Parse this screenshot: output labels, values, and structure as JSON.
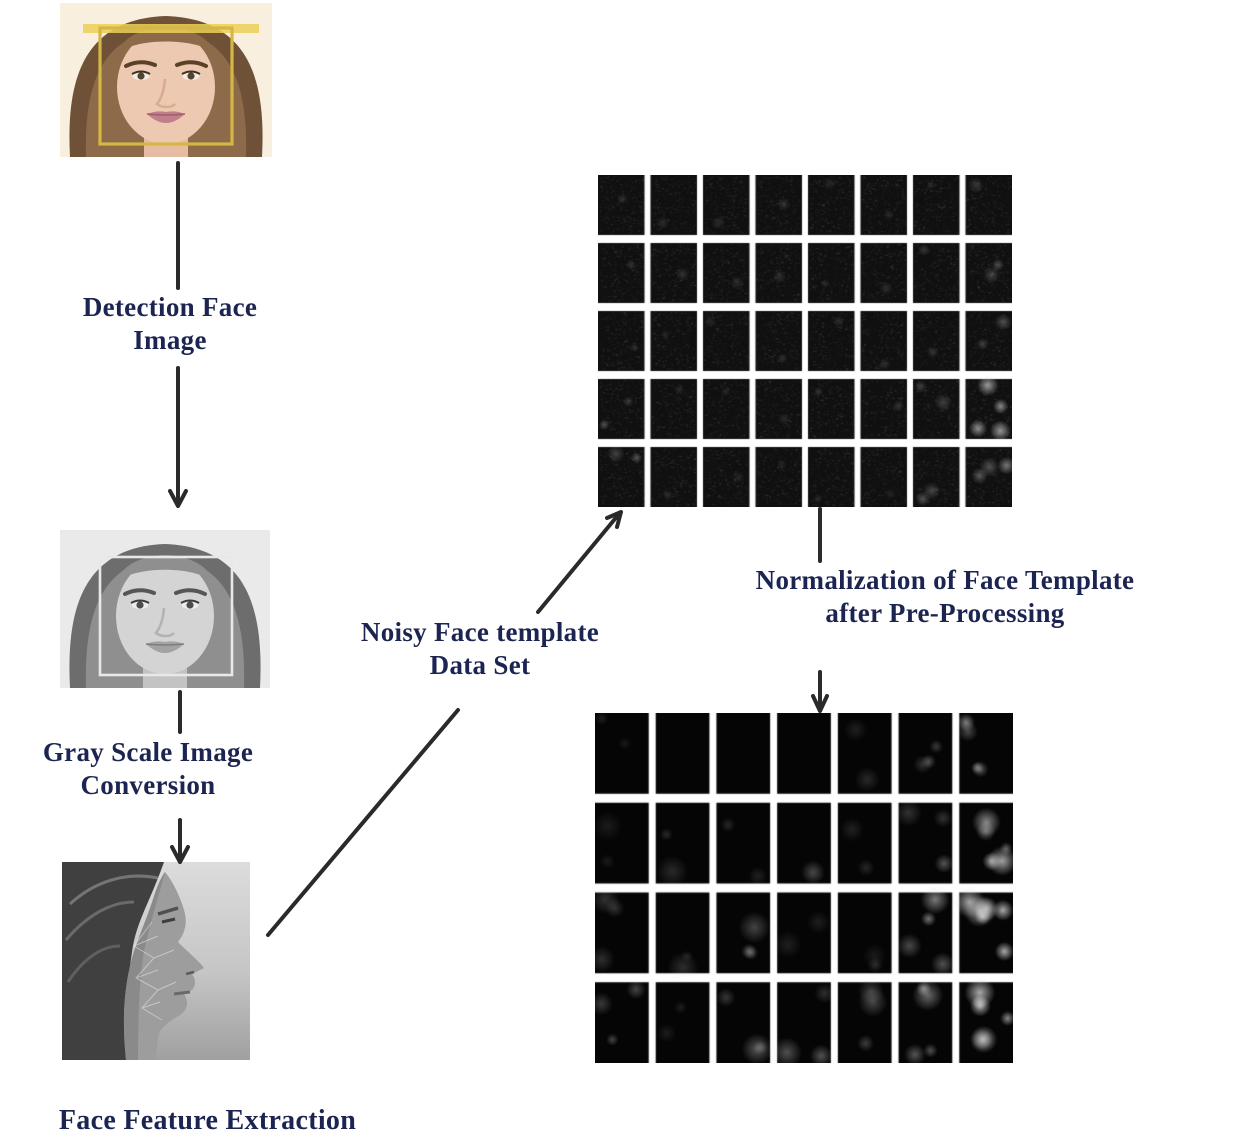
{
  "colors": {
    "background": "#ffffff",
    "label_text": "#1c2452",
    "connector": "#2a2a2a",
    "detection_box_yellow": "#d5b743",
    "detection_box_gray": "#e8e8e8"
  },
  "labels": {
    "detection": {
      "line1": "Detection Face",
      "line2": "Image"
    },
    "grayscale": {
      "line1": "Gray Scale Image",
      "line2": "Conversion"
    },
    "feature_extraction": {
      "line1": "Face Feature Extraction"
    },
    "noisy_dataset": {
      "line1": "Noisy Face template",
      "line2": "Data Set"
    },
    "normalization": {
      "line1": "Normalization of Face Template",
      "line2": "after Pre-Processing"
    }
  },
  "images": {
    "color_face": {
      "name": "color-face-with-yellow-detection-box"
    },
    "gray_face": {
      "name": "grayscale-face-with-detection-box"
    },
    "profile_face": {
      "name": "grayscale-profile-face-with-feature-mesh"
    }
  },
  "grids": {
    "noisy": {
      "rows": 5,
      "cols": 8,
      "base": "#101010",
      "style": "speckle",
      "intensity": [
        [
          1,
          1,
          1,
          1,
          1,
          1,
          1,
          1
        ],
        [
          1,
          1,
          1,
          1,
          1,
          1,
          1,
          2
        ],
        [
          1,
          1,
          1,
          1,
          1,
          1,
          1,
          2
        ],
        [
          2,
          1,
          1,
          1,
          1,
          1,
          2,
          4
        ],
        [
          2,
          1,
          1,
          1,
          1,
          1,
          2,
          3
        ]
      ]
    },
    "normalized": {
      "rows": 4,
      "cols": 7,
      "base": "#050505",
      "style": "smooth",
      "intensity": [
        [
          1,
          0,
          0,
          0,
          1,
          2,
          3
        ],
        [
          1,
          1,
          1,
          1,
          1,
          2,
          4
        ],
        [
          2,
          1,
          2,
          1,
          1,
          3,
          5
        ],
        [
          2,
          1,
          2,
          2,
          2,
          3,
          5
        ]
      ]
    }
  }
}
